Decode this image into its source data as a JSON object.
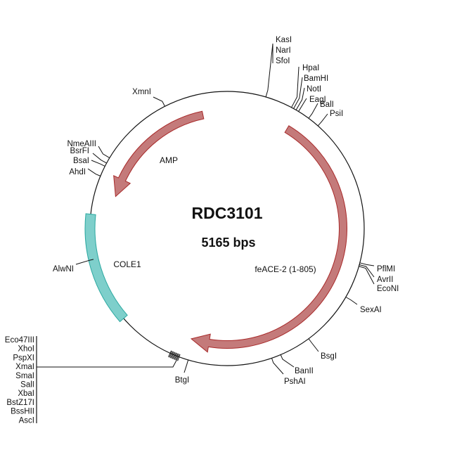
{
  "plasmid": {
    "name": "RDC3101",
    "size_label": "5165 bps"
  },
  "features": [
    {
      "name": "AMP",
      "color": "#c47a7a",
      "stroke": "#a82a2a"
    },
    {
      "name": "feACE-2 (1-805)",
      "color": "#c47a7a",
      "stroke": "#a82a2a"
    },
    {
      "name": "COLE1",
      "color": "#7ecfcb",
      "stroke": "#2aa8a0"
    }
  ],
  "sites": {
    "kasI_group": [
      "KasI",
      "NarI",
      "SfoI"
    ],
    "hpaI_group": [
      "HpaI",
      "BamHI",
      "NotI",
      "EagI"
    ],
    "balI": "BalI",
    "psiI": "PsiI",
    "pflMI_group": [
      "PflMI",
      "AvrII",
      "EcoNI"
    ],
    "sexAI": "SexAI",
    "bsgI": "BsgI",
    "banII": "BanII",
    "pshAI": "PshAI",
    "btgI": "BtgI",
    "mcs_group": [
      "Eco47III",
      "XhoI",
      "PspXI",
      "XmaI",
      "SmaI",
      "SalI",
      "XbaI",
      "BstZ17I",
      "BssHII",
      "AscI"
    ],
    "alwNI": "AlwNI",
    "ahdI": "AhdI",
    "bsaI": "BsaI",
    "bsrFI": "BsrFI",
    "nmeAIII": "NmeAIII",
    "xmnI": "XmnI"
  }
}
